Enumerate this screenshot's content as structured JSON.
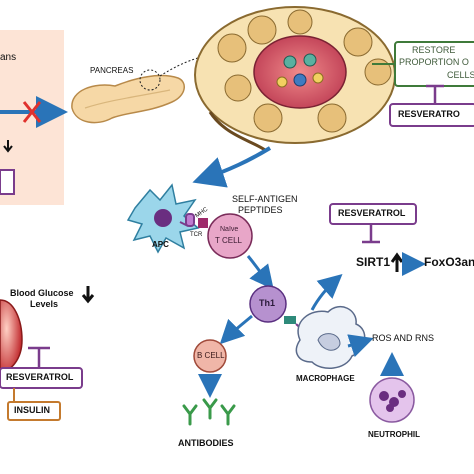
{
  "diagram": {
    "left_panel_partial_text": "ans",
    "pancreas_label": "PANCREAS",
    "restore_box_lines": [
      "RESTORE",
      "PROPORTION O",
      "CELLS"
    ],
    "resveratrol_top_right": "RESVERATRO",
    "self_antigen_lines": [
      "SELF-ANTIGEN",
      "PEPTIDES"
    ],
    "apc_label": "APC",
    "mhc_label": "MHC",
    "tcr_label": "TCR",
    "naive_t_cell_lines": [
      "Naïve",
      "T CELL"
    ],
    "resveratrol_mid": "RESVERATROL",
    "sirt1_label": "SIRT1",
    "foxo3_label": "FoxO3an",
    "th1_label": "Th1",
    "b_cell_label": "B CELL",
    "macrophage_label": "MACROPHAGE",
    "ros_rns_label": "ROS AND RNS",
    "neutrophil_label": "NEUTROPHIL",
    "antibodies_label": "ANTIBODIES",
    "blood_glucose_lines": [
      "Blood Glucose",
      "Levels"
    ],
    "resveratrol_left": "RESVERATROL",
    "insulin_label": "INSULIN",
    "colors": {
      "green_border": "#3f7a3a",
      "purple_border": "#7a3c8c",
      "orange_border": "#c47a2e",
      "arrow_blue": "#2a74b8",
      "inhibit_purple": "#7a3c8c",
      "red_cross": "#e0312d",
      "peach_panel": "#fde4d6"
    }
  }
}
